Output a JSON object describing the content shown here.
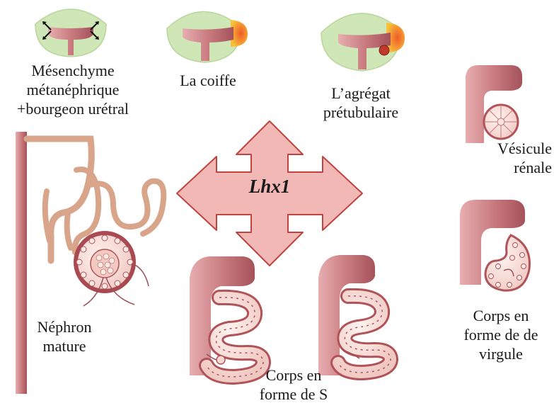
{
  "center": {
    "gene": "Lhx1"
  },
  "stages": [
    {
      "id": "mesenchyme",
      "lines": [
        "Mésenchyme",
        "métanéphrique",
        "+bourgeon urétral"
      ]
    },
    {
      "id": "cap",
      "lines": [
        "La coiffe"
      ]
    },
    {
      "id": "aggregate",
      "lines": [
        "L’agrégat",
        "prétubulaire"
      ]
    },
    {
      "id": "vesicle",
      "lines": [
        "Vésicule",
        "rénale"
      ]
    },
    {
      "id": "comma",
      "lines": [
        "Corps en",
        "forme de de",
        "virgule"
      ]
    },
    {
      "id": "s-shaped",
      "lines": [
        "Corps en",
        "forme de S"
      ]
    },
    {
      "id": "mature",
      "lines": [
        "Néphron",
        "mature"
      ]
    }
  ],
  "colors": {
    "tissue": "#c97c80",
    "tissue_dark": "#9e4e55",
    "tissue_light": "#f2cfcf",
    "cell_fill": "#fbe9e4",
    "blastema_green": "#cfe6b6",
    "cap_orange": "#f5a623",
    "arrow_fill": "#f2b8b6",
    "arrow_stroke": "#c0443f"
  }
}
